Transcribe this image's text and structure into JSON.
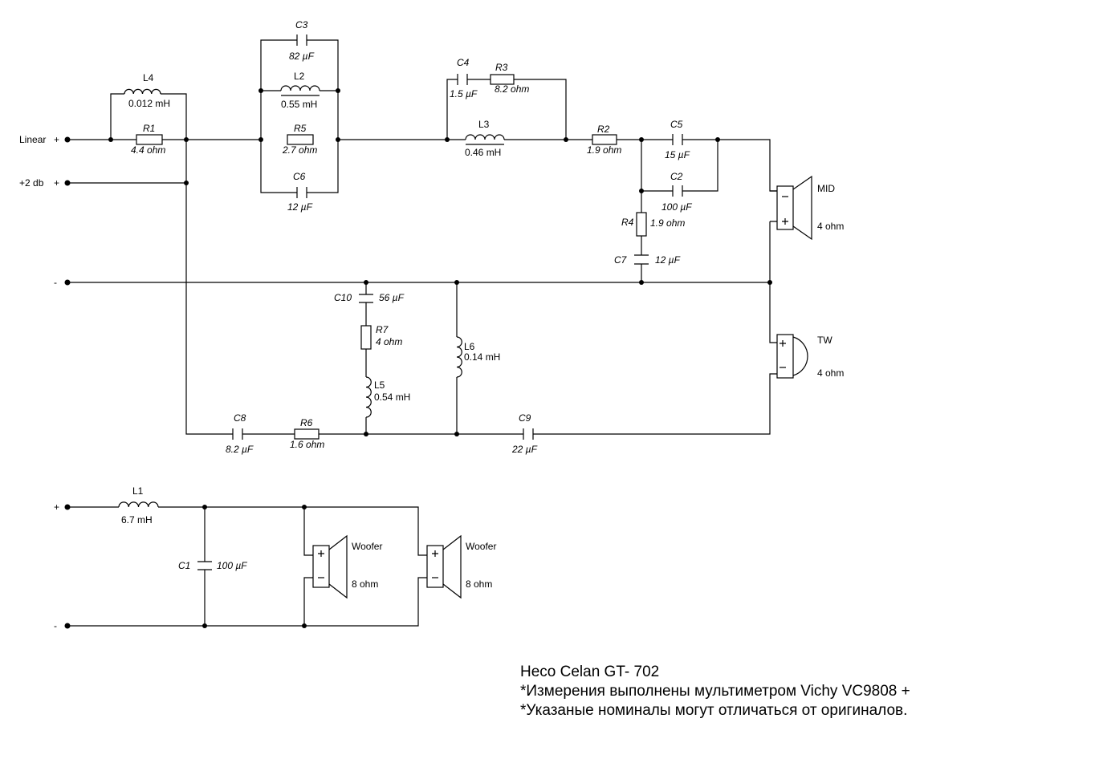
{
  "terminals": {
    "linear": "Linear",
    "plus2db": "+2 db",
    "plus": "+",
    "minus": "-"
  },
  "components": {
    "L4": {
      "name": "L4",
      "value": "0.012 mH"
    },
    "R1": {
      "name": "R1",
      "value": "4.4 ohm"
    },
    "C3": {
      "name": "C3",
      "value": "82 µF"
    },
    "L2": {
      "name": "L2",
      "value": "0.55 mH"
    },
    "R5": {
      "name": "R5",
      "value": "2.7 ohm"
    },
    "C6": {
      "name": "C6",
      "value": "12 µF"
    },
    "C4": {
      "name": "C4",
      "value": "1.5 µF"
    },
    "R3": {
      "name": "R3",
      "value": "8.2 ohm"
    },
    "L3": {
      "name": "L3",
      "value": "0.46 mH"
    },
    "R2": {
      "name": "R2",
      "value": "1.9 ohm"
    },
    "C5": {
      "name": "C5",
      "value": "15 µF"
    },
    "C2": {
      "name": "C2",
      "value": "100 µF"
    },
    "R4": {
      "name": "R4",
      "value": "1.9 ohm"
    },
    "C7": {
      "name": "C7",
      "value": "12 µF"
    },
    "C10": {
      "name": "C10",
      "value": "56 µF"
    },
    "R7": {
      "name": "R7",
      "value": "4 ohm"
    },
    "L5": {
      "name": "L5",
      "value": "0.54 mH"
    },
    "L6": {
      "name": "L6",
      "value": "0.14 mH"
    },
    "C8": {
      "name": "C8",
      "value": "8.2 µF"
    },
    "R6": {
      "name": "R6",
      "value": "1.6 ohm"
    },
    "C9": {
      "name": "C9",
      "value": "22 µF"
    },
    "L1": {
      "name": "L1",
      "value": "6.7 mH"
    },
    "C1": {
      "name": "C1",
      "value": "100 µF"
    }
  },
  "speakers": {
    "mid": {
      "name": "MID",
      "impedance": "4 ohm"
    },
    "tw": {
      "name": "TW",
      "impedance": "4 ohm"
    },
    "woofer1": {
      "name": "Woofer",
      "impedance": "8 ohm"
    },
    "woofer2": {
      "name": "Woofer",
      "impedance": "8 ohm"
    }
  },
  "notes": {
    "title": "Heco Celan GT- 702",
    "line1": "*Измерения выполнены мультиметром Vichy VC9808 +",
    "line2": "*Указаные номиналы могут отличаться  от оригиналов."
  }
}
